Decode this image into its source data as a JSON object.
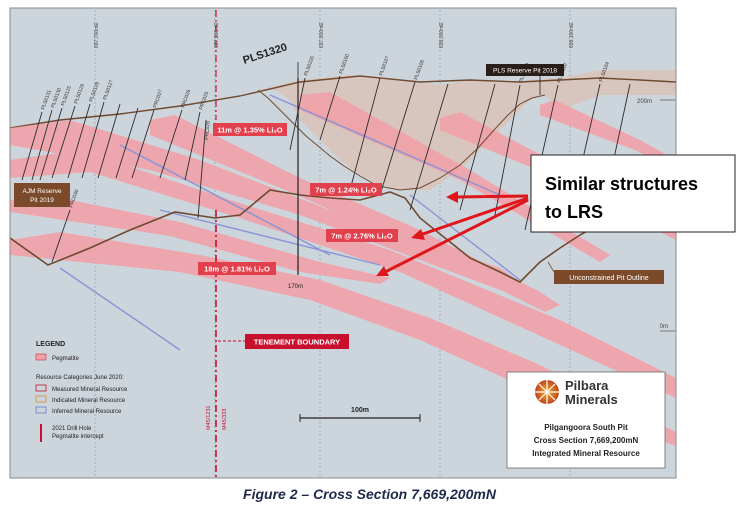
{
  "caption": "Figure 2 – Cross Section 7,669,200mN",
  "eastings": [
    "697,700mE",
    "697,800mE",
    "697,900mE",
    "698,000mE",
    "698,100mE"
  ],
  "rls": [
    "200m",
    "0m"
  ],
  "hole": {
    "name": "PLS1320",
    "depth": "170m"
  },
  "intercepts": [
    "11m @ 1.35% Li₂O",
    "7m @ 1.24% Li₂O",
    "7m @ 2.76% Li₂O",
    "18m @ 1.81% Li₂O"
  ],
  "labels": {
    "pls_pit": "PLS Reserve Pit 2018",
    "ajm_pit_line1": "AJM Reserve",
    "ajm_pit_line2": "Pit 2019",
    "unconstrained": "Unconstrained Pit Outline",
    "tenement": "TENEMENT BOUNDARY",
    "tenement_left": "M45/1231",
    "tenement_right": "M45/333",
    "scale": "100m"
  },
  "callout": {
    "line1": "Similar structures",
    "line2": "to LRS"
  },
  "legend": {
    "title": "LEGEND",
    "pegmatite": "Pegmatite",
    "categories_title": "Resource Categories June 2020:",
    "measured": "Measured Mineral Resource",
    "indicated": "Indicated Mineral Resource",
    "inferred": "Inferred Mineral Resource",
    "drill_line1": "2021 Drill Hole",
    "drill_line2": "Pegmatite intercept"
  },
  "logo": {
    "name_line1": "Pilbara",
    "name_line2": "Minerals",
    "title_line1": "Pilgangoora South Pit",
    "title_line2": "Cross Section 7,669,200mN",
    "title_line3": "Integrated Mineral Resource"
  },
  "drill_holes": [
    "PLS0131",
    "PLS0130",
    "PLS0125",
    "PLS0129",
    "PLS0128",
    "PLS0127",
    "PRC027",
    "PRC026",
    "PRC025",
    "PLS1320",
    "PLS0226",
    "PLS0100",
    "PLS0107",
    "PLS0108",
    "PLS0109",
    "PLS0110",
    "PLS0104",
    "PRC030",
    "PRC028"
  ],
  "colors": {
    "background": "#cdd5dc",
    "pegmatite": "#f1a2a8",
    "pit_fill": "#d9c3b8",
    "pit_line": "#6e4a30",
    "tenement": "#c8102e",
    "intercept_label": "#e2404c",
    "arrow": "#e0161d",
    "caption": "#1e2a4a"
  }
}
